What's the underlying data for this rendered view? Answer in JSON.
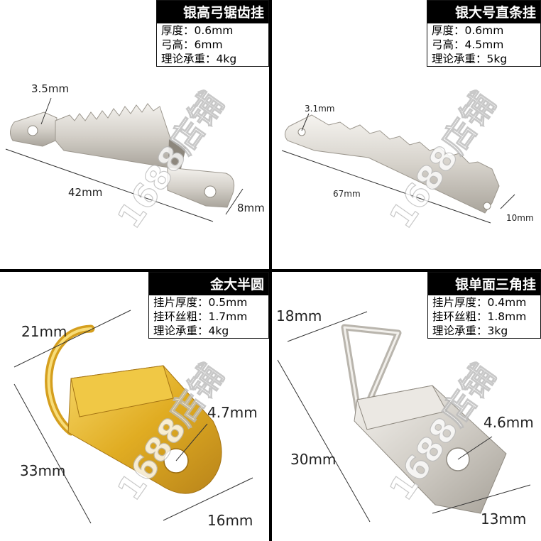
{
  "panels": [
    {
      "title": "银高弓锯齿挂",
      "spec_lines": [
        "厚度：0.6mm",
        "弓高：6mm",
        "理论承重：4kg"
      ],
      "dims": {
        "hole": "3.5mm",
        "length": "42mm",
        "width": "8mm"
      }
    },
    {
      "title": "银大号直条挂",
      "spec_lines": [
        "厚度：0.6mm",
        "弓高：4.5mm",
        "理论承重：5kg"
      ],
      "dims": {
        "hole": "3.1mm",
        "length": "67mm",
        "width": "10mm"
      }
    },
    {
      "title": "金大半圆",
      "spec_lines": [
        "挂片厚度：0.5mm",
        "挂环丝粗：1.7mm",
        "理论承重：4kg"
      ],
      "dims": {
        "ring": "21mm",
        "hole": "4.7mm",
        "length": "33mm",
        "width": "16mm"
      }
    },
    {
      "title": "银单面三角挂",
      "spec_lines": [
        "挂片厚度：0.4mm",
        "挂环丝粗：1.8mm",
        "理论承重：3kg"
      ],
      "dims": {
        "ring": "18mm",
        "hole": "4.6mm",
        "length": "30mm",
        "width": "13mm"
      }
    }
  ],
  "watermark": "1688店铺",
  "colors": {
    "silver": "#d9d6d0",
    "gold": "#e2b32c",
    "divider": "#000000"
  }
}
